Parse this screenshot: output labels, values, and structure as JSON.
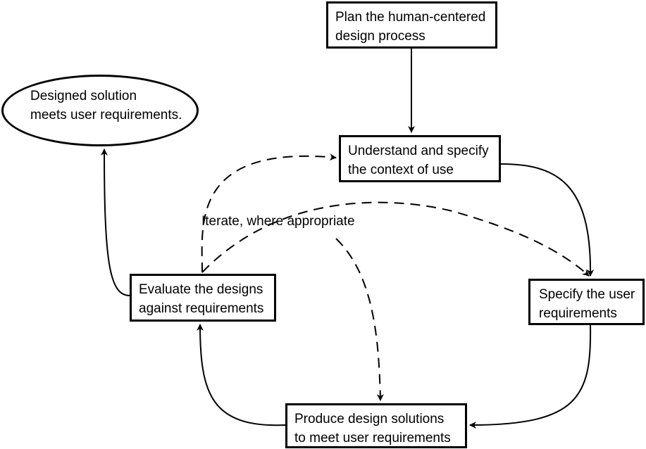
{
  "diagram": {
    "nodes": {
      "plan": [
        "Plan the human-centered",
        "design process"
      ],
      "understand": [
        "Understand and specify",
        "the context of use"
      ],
      "specify": [
        "Specify the user",
        "requirements"
      ],
      "produce": [
        "Produce design solutions",
        "to meet user requirements"
      ],
      "evaluate": [
        "Evaluate the designs",
        "against requirements"
      ],
      "outcome": [
        "Designed solution",
        "meets user requirements."
      ]
    },
    "iterate_label": "Iterate, where appropriate",
    "edges": [
      {
        "from": "plan",
        "to": "understand",
        "style": "solid"
      },
      {
        "from": "understand",
        "to": "specify",
        "style": "solid"
      },
      {
        "from": "specify",
        "to": "produce",
        "style": "solid"
      },
      {
        "from": "produce",
        "to": "evaluate",
        "style": "solid"
      },
      {
        "from": "evaluate",
        "to": "outcome",
        "style": "solid"
      },
      {
        "from": "evaluate",
        "to": "understand",
        "style": "dashed"
      },
      {
        "from": "evaluate",
        "to": "specify",
        "style": "dashed"
      },
      {
        "from": "evaluate",
        "to": "produce",
        "style": "dashed"
      }
    ],
    "colors": {
      "line": "#000000",
      "background": "#ffffff"
    }
  }
}
